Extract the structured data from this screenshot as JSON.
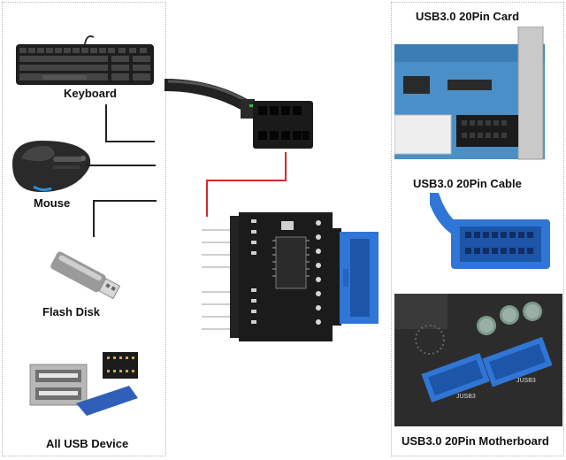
{
  "devices": {
    "keyboard": "Keyboard",
    "mouse": "Mouse",
    "flash_disk": "Flash Disk",
    "all_usb": "All USB Device"
  },
  "products": {
    "card": "USB3.0 20Pin Card",
    "cable": "USB3.0 20Pin Cable",
    "motherboard": "USB3.0 20Pin Motherboard"
  },
  "board_marks": {
    "header_a": "JUSB3",
    "header_b": "JUSB3"
  },
  "colors": {
    "usb_blue": "#2f76d6",
    "pcb_black": "#1b1b1b",
    "connector_red": "#d62828"
  }
}
